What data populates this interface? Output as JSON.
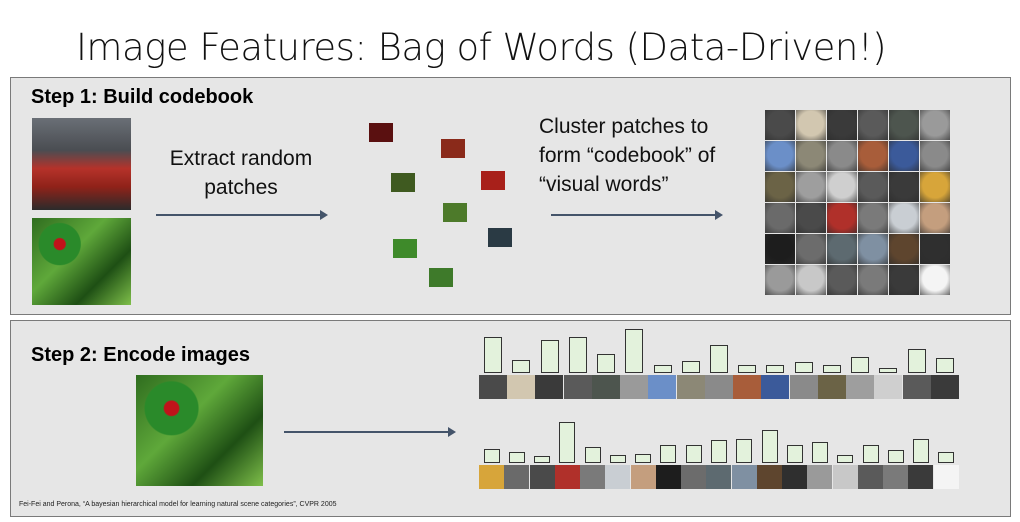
{
  "title": "Image Features: Bag of Words (Data-Driven!)",
  "step1": {
    "heading": "Step 1: Build codebook",
    "extract_label": "Extract random patches",
    "cluster_label": "Cluster patches to form “codebook” of “visual words”"
  },
  "step2": {
    "heading": "Step 2: Encode images"
  },
  "citation": "Fei-Fei and Perona, “A bayesian hierarchical model for learning natural scene categories”, CVPR 2005",
  "codebook_colors": [
    "#4a4a4a",
    "#d2c7b0",
    "#3a3a3a",
    "#5a5a5a",
    "#4d554e",
    "#9a9a9a",
    "#6b8fc8",
    "#8c8876",
    "#8a8a8a",
    "#a85d3a",
    "#3b5a9a",
    "#8a8a8a",
    "#6b6346",
    "#9e9e9e",
    "#cfcfcf",
    "#5a5a5a",
    "#3a3a3a",
    "#d7a53a",
    "#6a6a6a",
    "#4a4a4a",
    "#b0302a",
    "#7a7a7a",
    "#c9ced3",
    "#c49e7e",
    "#1d1d1d",
    "#6c6c6c",
    "#5d6a70",
    "#7f90a2",
    "#5e452e",
    "#2f2f2f",
    "#9a9a9a",
    "#c8c8c8",
    "#5a5a5a",
    "#7a7a7a",
    "#3a3a3a",
    "#f4f4f4"
  ],
  "histogram1": [
    36,
    13,
    33,
    36,
    19,
    44,
    8,
    12,
    28,
    8,
    8,
    11,
    8,
    16,
    5,
    24,
    15
  ],
  "histogram2": [
    14,
    11,
    7,
    41,
    16,
    8,
    9,
    18,
    18,
    23,
    24,
    33,
    18,
    21,
    8,
    18,
    13,
    24,
    11
  ]
}
